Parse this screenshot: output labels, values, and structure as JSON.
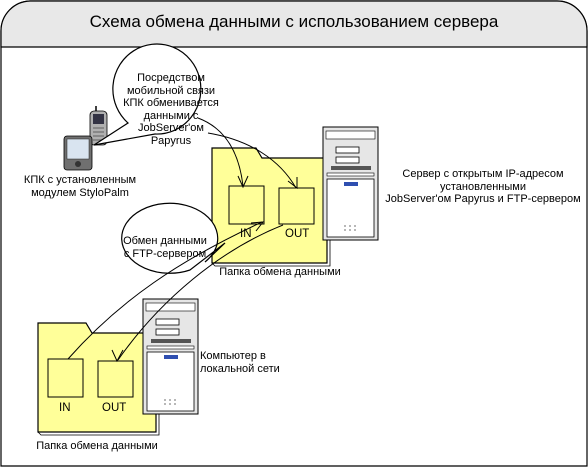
{
  "title": "Схема обмена данными с использованием сервера",
  "bubble_pda": [
    "Посредством",
    "мобильной связи",
    "КПК обменивается",
    "данными с",
    "JobServer'ом",
    "Papyrus"
  ],
  "bubble_ftp": [
    "Обмен данными",
    "с FTP-сервером"
  ],
  "pda_label": [
    "КПК с установленным",
    "модулем StyloPalm"
  ],
  "server_label": [
    "Сервер с открытым IP-адресом",
    "установленными",
    "JobServer'ом Papyrus и FTP-сервером"
  ],
  "server_folder_caption": "Папка обмена данными",
  "local_label": [
    "Компьютер в",
    "локальной сети"
  ],
  "local_folder_caption": "Папка обмена данными",
  "folder_in": "IN",
  "folder_out": "OUT",
  "colors": {
    "folder_fill": "#ffff99",
    "header_fill": "#e8e8e8",
    "outline": "#000000"
  }
}
